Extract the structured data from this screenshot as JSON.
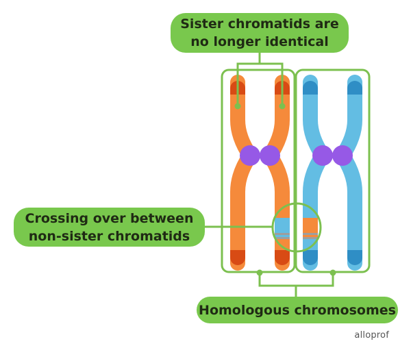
{
  "labels": {
    "sister_line1": "Sister chromatids are",
    "sister_line2": "no longer identical",
    "crossing_line1": "Crossing over between",
    "crossing_line2": "non-sister chromatids",
    "homologous": "Homologous chromosomes"
  },
  "brand": "alloprof",
  "colors": {
    "label_bg": "#79c84d",
    "line": "#7cc04f",
    "orange": "#f58a3b",
    "orange_dark": "#d84b14",
    "blue": "#63bde3",
    "blue_dark": "#2f8ec5",
    "centromere": "#9659e6",
    "band_gray": "#9e9e9e"
  }
}
